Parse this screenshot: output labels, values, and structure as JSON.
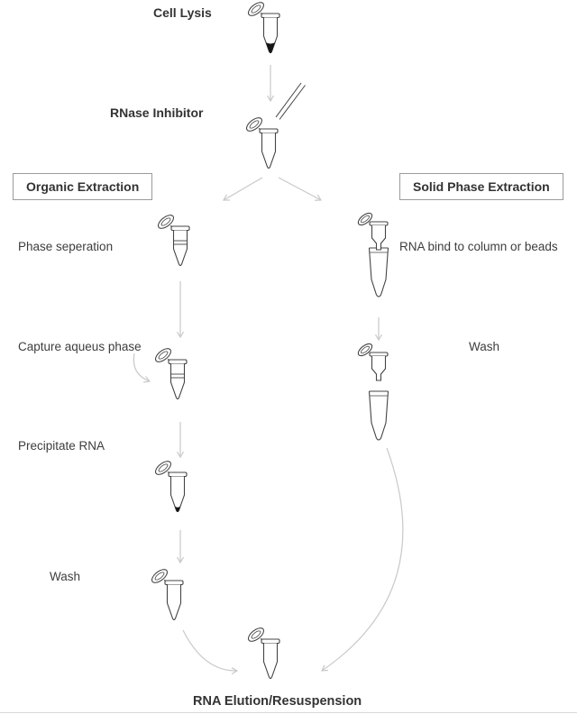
{
  "diagram": {
    "labels": {
      "cell_lysis": "Cell Lysis",
      "rnase_inhibitor": "RNase Inhibitor",
      "organic_extraction": "Organic Extraction",
      "solid_phase_extraction": "Solid Phase Extraction",
      "phase_seperation": "Phase seperation",
      "capture_aqueus_phase": "Capture aqueus phase",
      "precipitate_rna": "Precipitate RNA",
      "wash_organic": "Wash",
      "rna_bind": "RNA bind to column or beads",
      "wash_solid": "Wash",
      "rna_elution": "RNA Elution/Resuspension"
    },
    "colors": {
      "arrow": "#c9c9c9",
      "tube_outline": "#444444",
      "dark_content": "#161616",
      "text": "#3d3d3d",
      "box_border": "#9b9b9b",
      "background": "#ffffff"
    },
    "icons": {
      "lysate_tube": "microtube-lysate-icon",
      "inhibitor_tube": "microtube-open-icon",
      "pipette": "pipette-icon",
      "phase_tube": "microtube-phases-icon",
      "capture_tube": "microtube-phases-icon",
      "precipitate_tube": "microtube-pellet-icon",
      "wash_tube": "microtube-open-icon",
      "bind_column": "spin-column-in-tube-icon",
      "wash_column": "spin-column-above-tube-icon",
      "elution_tube": "microtube-open-icon"
    }
  }
}
